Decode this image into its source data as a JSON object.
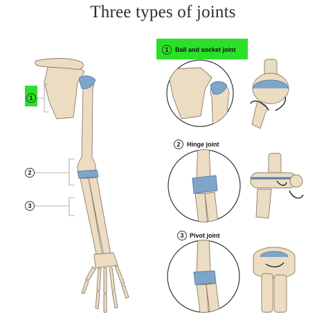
{
  "title": "Three types of joints",
  "joints": [
    {
      "number": "1",
      "label": "Ball and socket joint"
    },
    {
      "number": "2",
      "label": "Hinge joint"
    },
    {
      "number": "3",
      "label": "Pivot joint"
    }
  ],
  "arm_markers": [
    "1",
    "2",
    "3"
  ],
  "colors": {
    "highlight": "#2be028",
    "bone": "#ecdcc2",
    "bone_outline": "#8a7a66",
    "cartilage": "#7fa6c8",
    "cartilage_dark": "#4f7ea8"
  }
}
